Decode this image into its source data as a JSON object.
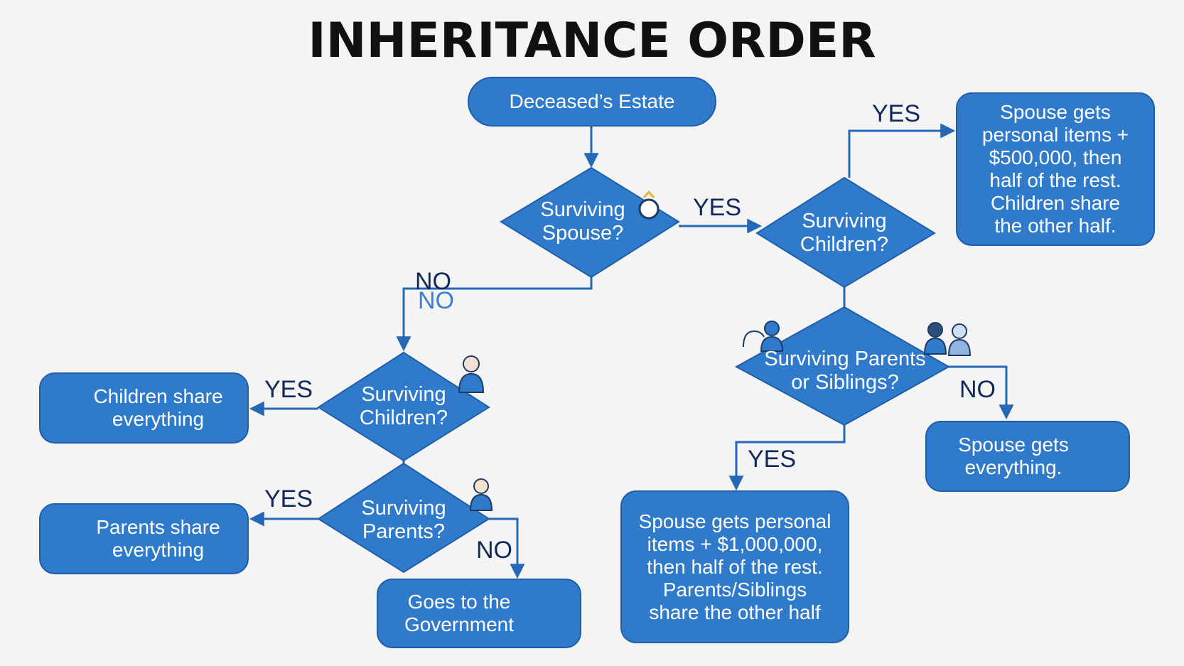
{
  "title": "INHERITANCE ORDER",
  "colors": {
    "node_fill": "#2f7acb",
    "node_border": "#1f5fa8",
    "line": "#2468b6",
    "label": "#10285a",
    "background": "#f4f4f4"
  },
  "nodes": {
    "start": "Deceased’s Estate",
    "q_spouse": "Surviving\nSpouse?",
    "q_children_with_spouse": "Surviving\nChildren?",
    "q_parents_siblings": "Surviving Parents\nor Siblings?",
    "q_children": "Surviving\nChildren?",
    "q_parents": "Surviving\nParents?",
    "r_spouse_children": "Spouse gets\npersonal items +\n$500,000, then\nhalf of the rest.\nChildren share\nthe other half.",
    "r_spouse_all": "Spouse gets\neverything.",
    "r_spouse_parents_siblings": "Spouse gets personal\nitems + $1,000,000,\nthen half of the rest.\nParents/Siblings\nshare the other half",
    "r_children_all": "Children share\neverything",
    "r_parents_all": "Parents share\neverything",
    "r_government": "Goes to the\nGovernment"
  },
  "labels": {
    "spouse_yes": "YES",
    "spouse_no": "NO",
    "spouse_no_echo": "NO",
    "children_spouse_yes": "YES",
    "parents_siblings_no": "NO",
    "parents_siblings_yes": "YES",
    "children_yes": "YES",
    "parents_yes": "YES",
    "parents_no": "NO"
  },
  "icons": [
    "ring-icon",
    "ring-icon",
    "ring-icon",
    "ring-icon",
    "person-icon",
    "family-icon",
    "government-building-icon"
  ]
}
